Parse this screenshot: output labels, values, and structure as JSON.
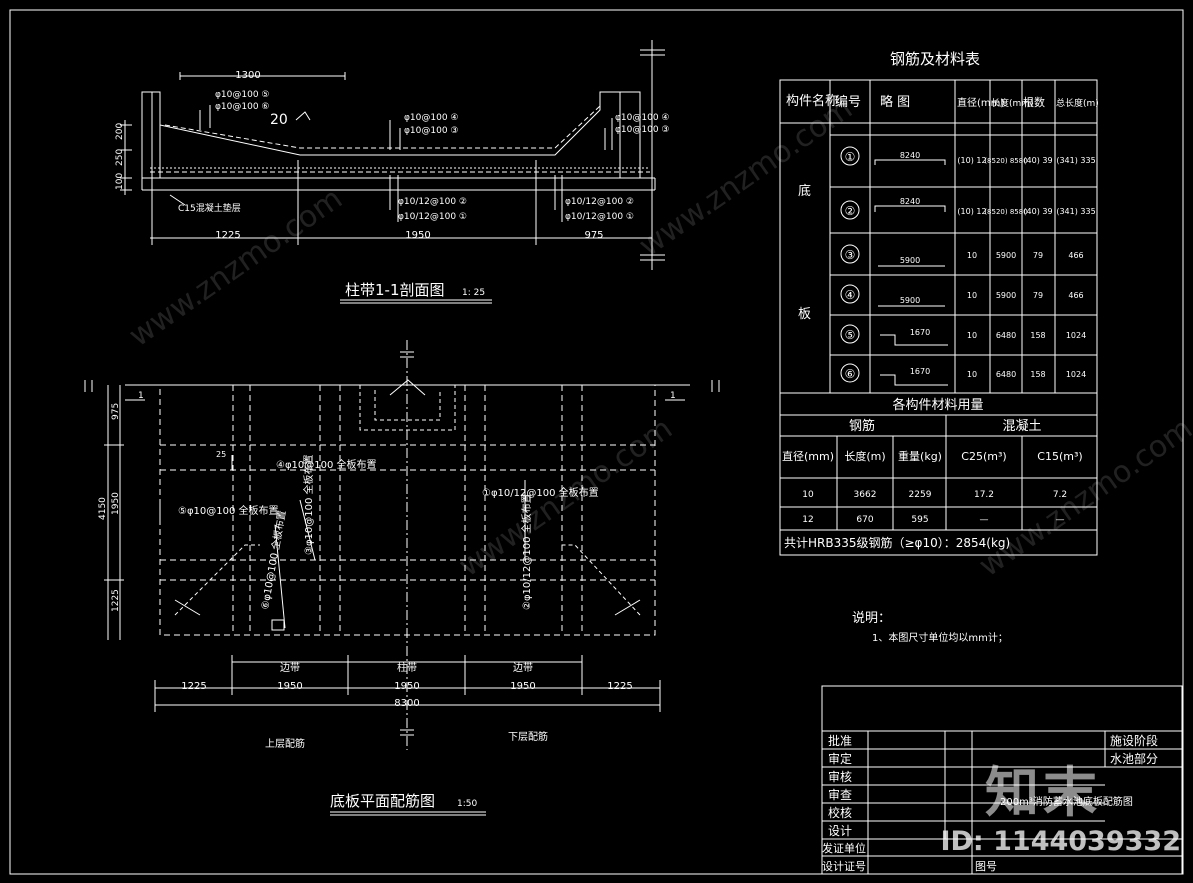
{
  "section": {
    "title": "柱带1-1剖面图",
    "scale": "1: 25",
    "top_dim": "1300",
    "bottom_dims": [
      "1225",
      "1950",
      "975"
    ],
    "left_dims": [
      "200",
      "250",
      "100"
    ],
    "rebar_top_left": [
      "φ10@100 ⑤",
      "φ10@100 ⑥"
    ],
    "rebar_top_mid": [
      "φ10@100 ④",
      "φ10@100 ③"
    ],
    "rebar_top_right": [
      "φ10@100 ④",
      "φ10@100 ③"
    ],
    "rebar_bottom_mid": [
      "φ10/12@100 ②",
      "φ10/12@100 ①"
    ],
    "rebar_bottom_right": [
      "φ10/12@100 ②",
      "φ10/12@100 ①"
    ],
    "mark_20": "20",
    "c15_label": "C15混凝土垫层"
  },
  "plan": {
    "title": "底板平面配筋图",
    "scale": "1:50",
    "bottom_segments": [
      "1225",
      "1950",
      "1950",
      "1950",
      "1225"
    ],
    "bands": [
      "边带",
      "柱带",
      "边带"
    ],
    "total": "8300",
    "left_dims": [
      "975",
      "1950",
      "1225"
    ],
    "left_total": "4150",
    "section_marks": [
      "1",
      "1"
    ],
    "labels": [
      "④φ10@100 全板布置",
      "①φ10/12@100 全板布置",
      "⑤φ10@100 全板布置",
      "③φ10@100 全板布置",
      "⑥φ10@100 全板布置",
      "②φ10/12@100 全板布置"
    ],
    "upper": "上层配筋",
    "lower": "下层配筋",
    "small_25": "25"
  },
  "table": {
    "title": "钢筋及材料表",
    "headers": [
      "构件名称",
      "编号",
      "略 图",
      "直径(mm)",
      "长度(mm)",
      "根数",
      "总长度(m)"
    ],
    "groups": [
      "底",
      "板"
    ],
    "rows": [
      {
        "no": "①",
        "sketch": "8240",
        "dia": "(10) 12",
        "len": "(8520) 8580",
        "count": "(40) 39",
        "total": "(341) 335"
      },
      {
        "no": "②",
        "sketch": "8240",
        "dia": "(10) 12",
        "len": "(8520) 8580",
        "count": "(40) 39",
        "total": "(341) 335"
      },
      {
        "no": "③",
        "sketch": "5900",
        "dia": "10",
        "len": "5900",
        "count": "79",
        "total": "466"
      },
      {
        "no": "④",
        "sketch": "5900",
        "dia": "10",
        "len": "5900",
        "count": "79",
        "total": "466"
      },
      {
        "no": "⑤",
        "sketch": "1670",
        "dia": "10",
        "len": "6480",
        "count": "158",
        "total": "1024"
      },
      {
        "no": "⑥",
        "sketch": "1670",
        "dia": "10",
        "len": "6480",
        "count": "158",
        "total": "1024"
      }
    ],
    "mat_title": "各构件材料用量",
    "mat_steel": "钢筋",
    "mat_concrete": "混凝土",
    "mat_headers": [
      "直径(mm)",
      "长度(m)",
      "重量(kg)",
      "C25(m³)",
      "C15(m³)"
    ],
    "mat_rows": [
      [
        "10",
        "3662",
        "2259",
        "17.2",
        "7.2"
      ],
      [
        "12",
        "670",
        "595",
        "—",
        "—"
      ]
    ],
    "total_note": "共计HRB335级钢筋（≥φ10）：2854(kg)"
  },
  "notes": {
    "heading": "说明：",
    "items": [
      "1、本图尺寸单位均以mm计；"
    ]
  },
  "title_block": {
    "roles": [
      "批准",
      "审定",
      "审核",
      "审查",
      "校核",
      "设计"
    ],
    "stage": "施设阶段",
    "part": "水池部分",
    "drawing_name": "200m³消防蓄水池底板配筋图",
    "cert_unit": "发证单位",
    "cert_no": "设计证号",
    "drawing_no": "图号"
  },
  "watermark": {
    "site": "www.znzmo.com",
    "brand": "知末",
    "id": "ID: 1144039332"
  }
}
